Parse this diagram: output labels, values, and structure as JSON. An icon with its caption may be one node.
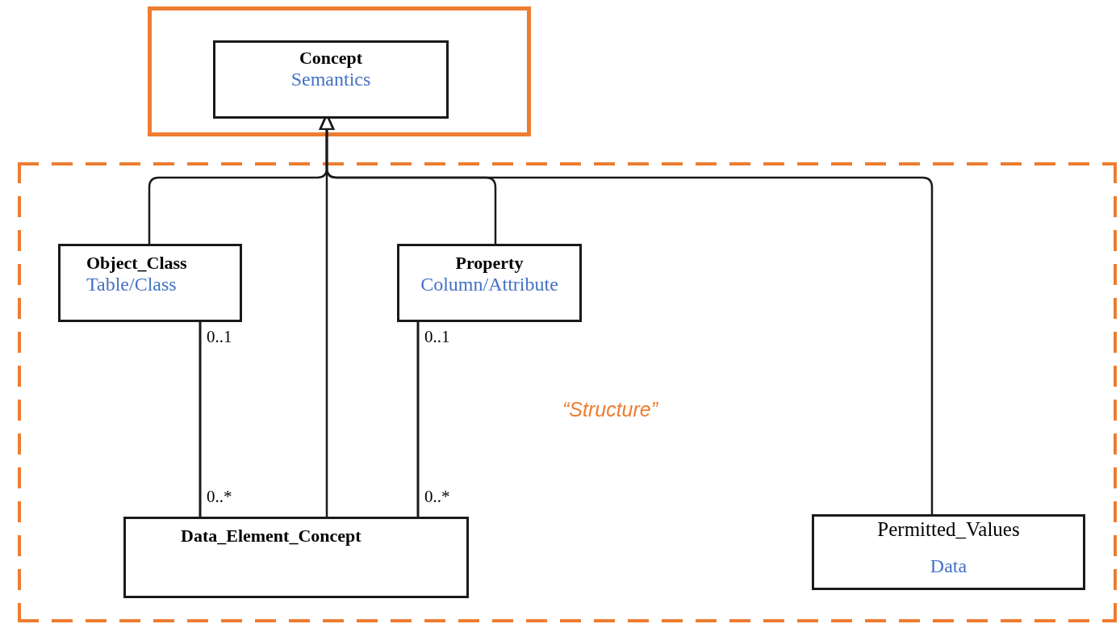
{
  "diagram": {
    "nodes": [
      {
        "text": [],
        "shape": "box"
      },
      {
        "text": [
          "Concept",
          "Semantics"
        ],
        "in": 0
      },
      {
        "text": [
          "“Structure”"
        ]
      },
      {
        "text": [
          "Object_Class",
          "Table/Class"
        ],
        "in": 2
      },
      {
        "text": [
          "Property",
          "Column/Attribute"
        ],
        "in": 2
      },
      {
        "text": [
          "Data_Element_Concept"
        ],
        "in": 2
      },
      {
        "text": [
          "Permitted_Values",
          "Data"
        ],
        "in": 2
      }
    ],
    "edges": [
      {
        "from": 3,
        "to": 1,
        "arrow": "to"
      },
      {
        "from": 5,
        "to": 1,
        "arrow": "to"
      },
      {
        "from": 4,
        "to": 1,
        "arrow": "to"
      },
      {
        "from": 6,
        "to": 1,
        "arrow": "to"
      },
      {
        "from": 3,
        "to": 5,
        "arrow": "none"
      },
      {
        "from": 4,
        "to": 5,
        "arrow": "none"
      }
    ],
    "labels": [
      "0..1",
      "0..*",
      "0..1",
      "0..*"
    ]
  }
}
